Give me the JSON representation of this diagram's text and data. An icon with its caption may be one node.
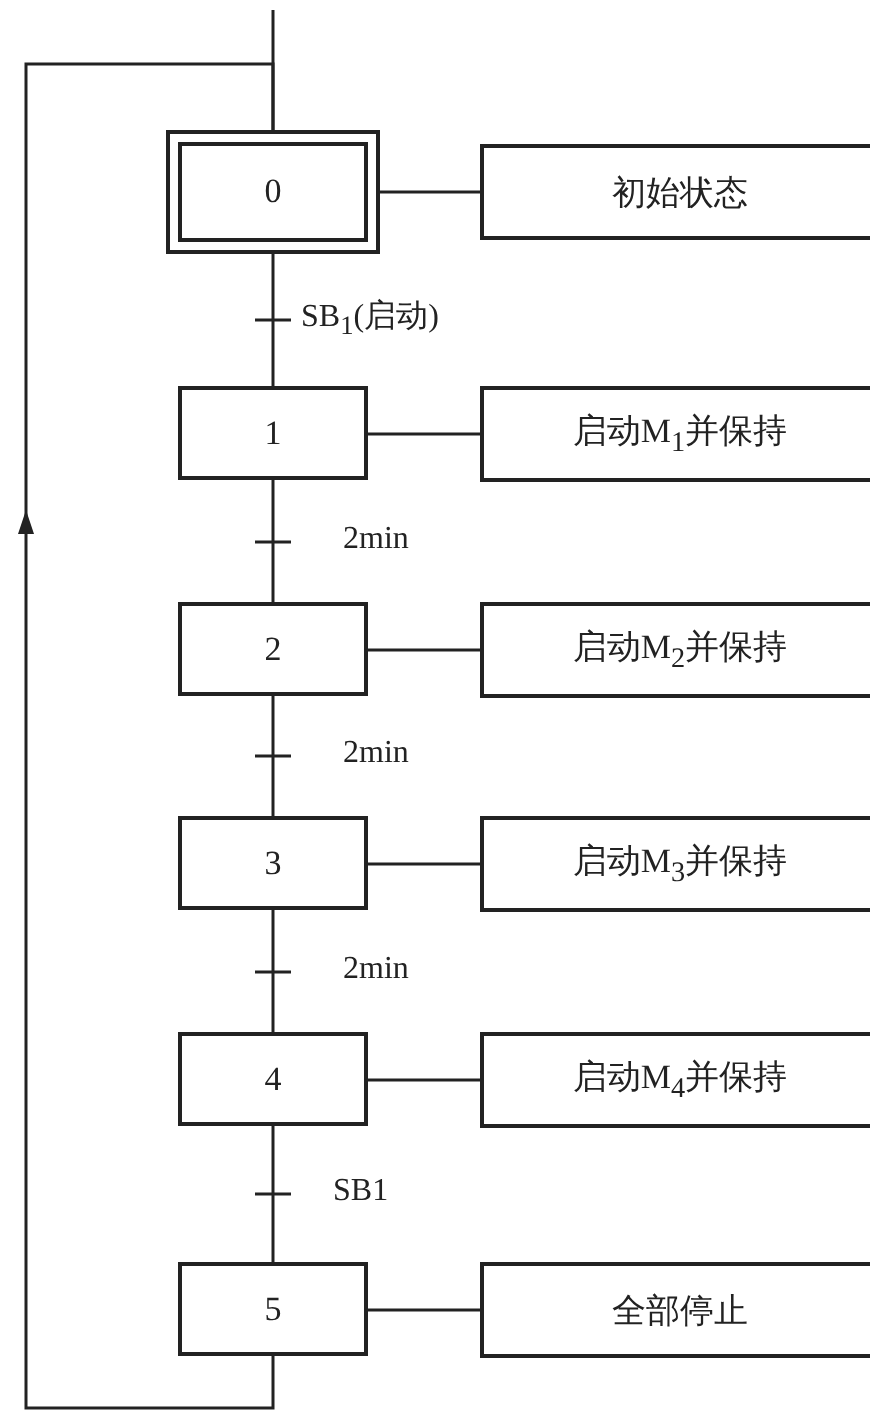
{
  "diagram": {
    "nodes": [
      {
        "text": [
          "0"
        ]
      },
      {
        "text": [
          "1"
        ]
      },
      {
        "text": [
          "2"
        ]
      },
      {
        "text": [
          "3"
        ]
      },
      {
        "text": [
          "4"
        ]
      },
      {
        "text": [
          "5"
        ]
      },
      {
        "text": [
          "初始状态"
        ]
      },
      {
        "text": [
          "启动M$_{1}$并保持"
        ]
      },
      {
        "text": [
          "启动M$_{2}$并保持"
        ]
      },
      {
        "text": [
          "启动M$_{3}$并保持"
        ]
      },
      {
        "text": [
          "启动M$_{4}$并保持"
        ]
      },
      {
        "text": [
          "全部停止"
        ]
      }
    ],
    "edges": [
      {
        "from": null,
        "to": 0,
        "arrow": "none"
      },
      {
        "from": 0,
        "to": 1,
        "arrow": "none",
        "label": "SB$_{1}$(启动)"
      },
      {
        "from": 1,
        "to": 2,
        "arrow": "none",
        "label": "2min"
      },
      {
        "from": 2,
        "to": 3,
        "arrow": "none",
        "label": "2min"
      },
      {
        "from": 3,
        "to": 4,
        "arrow": "none",
        "label": "2min"
      },
      {
        "from": 4,
        "to": 5,
        "arrow": "none",
        "label": "SB1"
      },
      {
        "from": 0,
        "to": 6,
        "arrow": "none"
      },
      {
        "from": 1,
        "to": 7,
        "arrow": "none"
      },
      {
        "from": 2,
        "to": 8,
        "arrow": "none"
      },
      {
        "from": 3,
        "to": 9,
        "arrow": "none"
      },
      {
        "from": 4,
        "to": 10,
        "arrow": "none"
      },
      {
        "from": 5,
        "to": 11,
        "arrow": "none"
      },
      {
        "from": 5,
        "to": 0,
        "arrow": "to"
      }
    ]
  }
}
